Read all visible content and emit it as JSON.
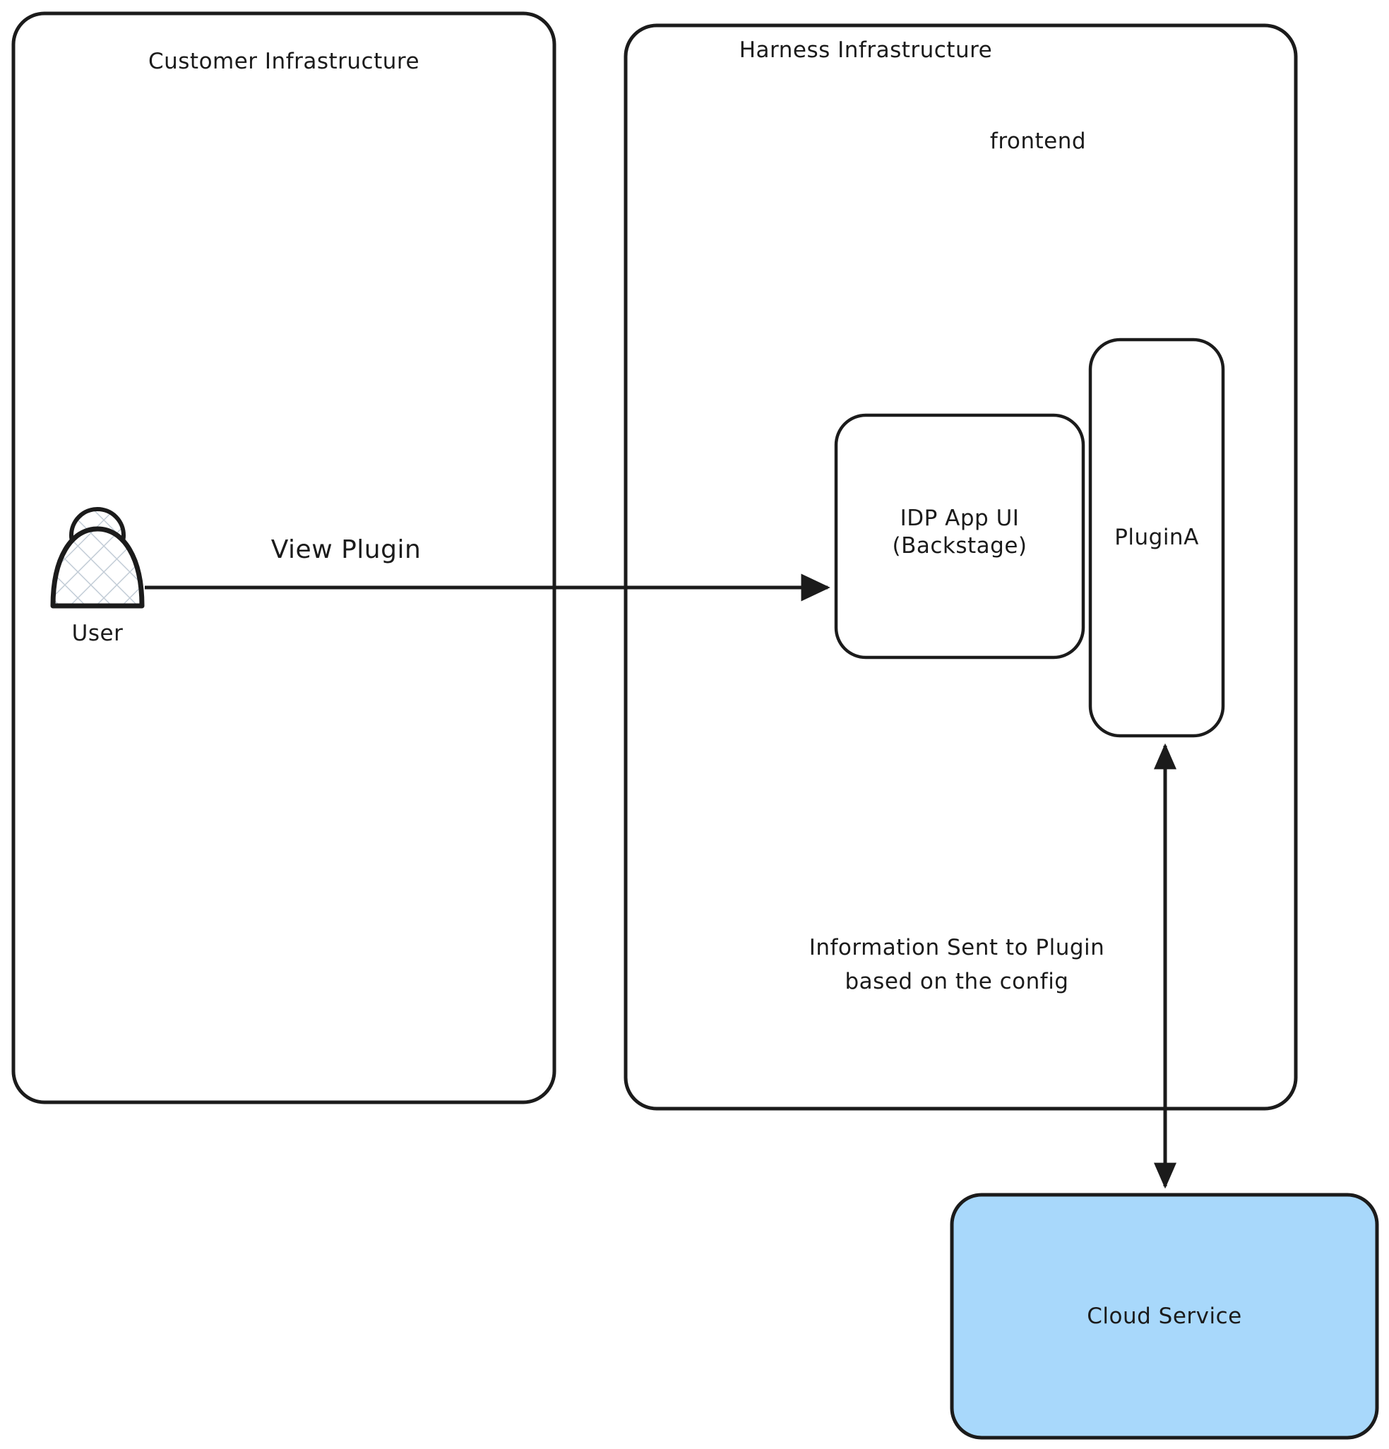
{
  "diagram": {
    "type": "architecture-flow",
    "background": "#ffffff",
    "stroke_color": "#1b1b1b",
    "text_color": "#1b1b1b",
    "containers": [
      {
        "id": "customer-infrastructure",
        "label": "Customer Infrastructure",
        "fill": "#ffffff",
        "stroke": "#1b1b1b"
      },
      {
        "id": "harness-infrastructure",
        "label": "Harness Infrastructure",
        "fill": "#ffffff",
        "stroke": "#1b1b1b"
      }
    ],
    "groups": [
      {
        "id": "frontend",
        "label": "frontend"
      }
    ],
    "nodes": [
      {
        "id": "user",
        "label": "User",
        "shape": "actor",
        "fill": "#ffffff",
        "pattern": "cross-hatch"
      },
      {
        "id": "idp-app-ui",
        "label": "IDP App UI\n(Backstage)",
        "shape": "rounded-rect",
        "fill": "#ffffff",
        "stroke": "#1b1b1b"
      },
      {
        "id": "plugin-a",
        "label": "PluginA",
        "shape": "rounded-rect",
        "fill": "#ffffff",
        "stroke": "#1b1b1b"
      },
      {
        "id": "cloud-service",
        "label": "Cloud Service",
        "shape": "rounded-rect",
        "fill": "#a8d8fb",
        "stroke": "#1b1b1b"
      }
    ],
    "edges": [
      {
        "id": "user-to-idp",
        "from": "user",
        "to": "idp-app-ui",
        "label": "View Plugin",
        "direction": "one-way"
      },
      {
        "id": "cloud-to-plugin",
        "from": "cloud-service",
        "to": "plugin-a",
        "label": "Information Sent to Plugin\nbased on the config",
        "direction": "two-way"
      }
    ]
  }
}
